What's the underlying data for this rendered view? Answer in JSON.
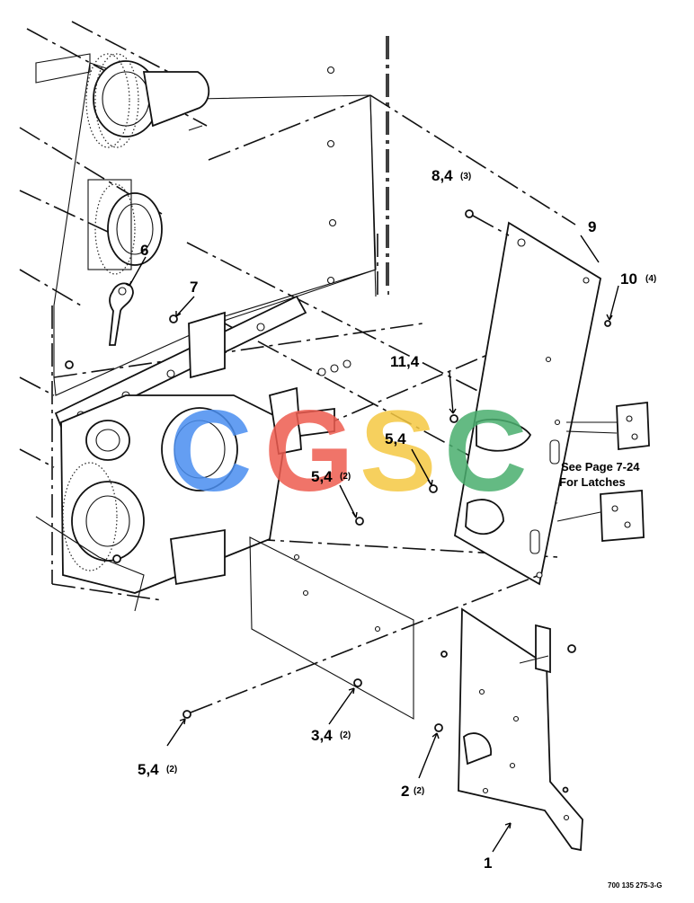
{
  "callouts": {
    "c1": "1",
    "c2": "2",
    "c2_qty": "(2)",
    "c3_4": "3,4",
    "c3_4_qty": "(2)",
    "c5_4_left": "5,4",
    "c5_4_left_qty": "(2)",
    "c5_4_mid": "5,4",
    "c5_4_mid_qty": "(2)",
    "c5_4_right": "5,4",
    "c6": "6",
    "c7": "7",
    "c8_4": "8,4",
    "c8_4_qty": "(3)",
    "c9": "9",
    "c10": "10",
    "c10_qty": "(4)",
    "c11_4": "11,4"
  },
  "note": {
    "line1": "See Page 7-24",
    "line2": "For Latches"
  },
  "reference_number": "700 135 275-3-G",
  "watermark": {
    "letters": [
      "C",
      "G",
      "S",
      "C"
    ],
    "colors": [
      "#4a8ef0",
      "#ee5c50",
      "#f5c842",
      "#4aae6e"
    ]
  }
}
